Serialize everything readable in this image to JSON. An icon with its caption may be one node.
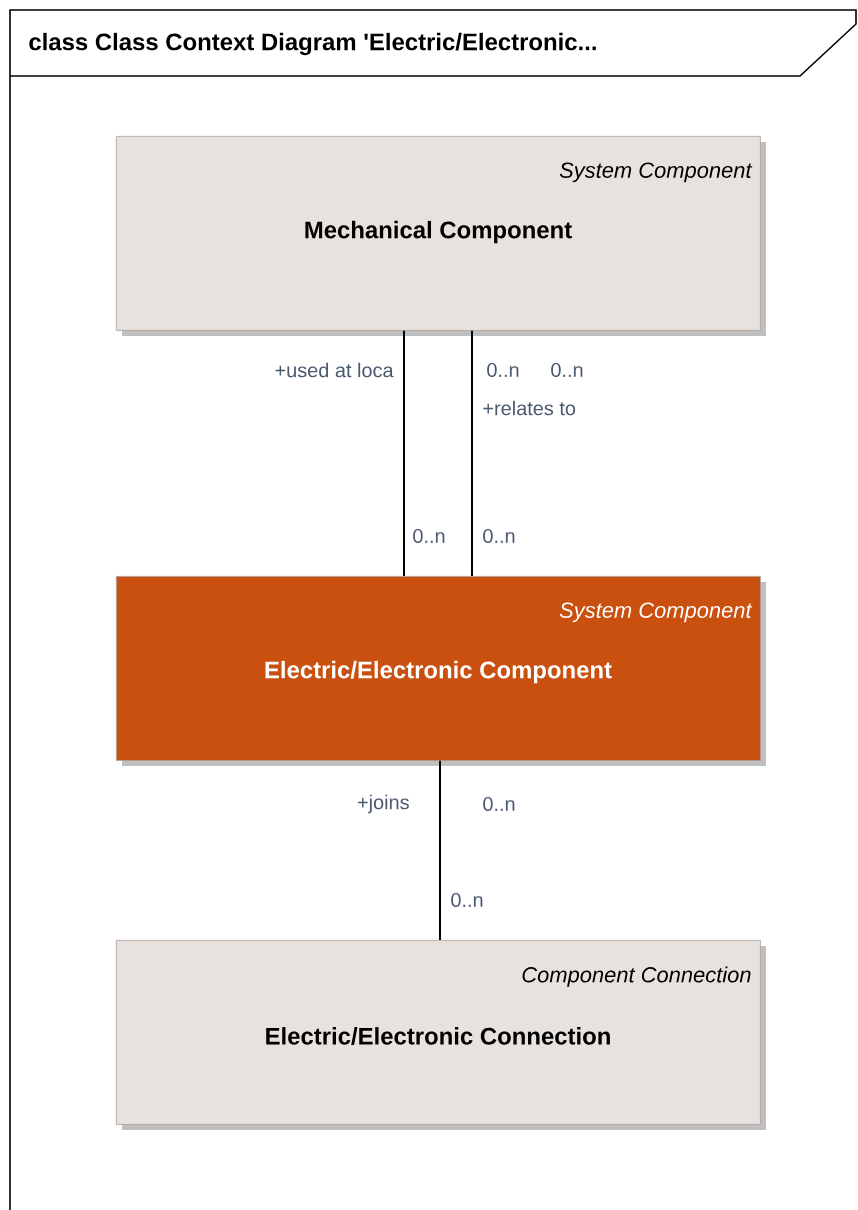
{
  "diagram": {
    "title": "class Class Context Diagram 'Electric/Electronic...",
    "nodes": [
      {
        "text": [
          "System Component",
          "Mechanical Component"
        ]
      },
      {
        "text": [
          "System Component",
          "Electric/Electronic Component"
        ]
      },
      {
        "text": [
          "Component Connection",
          "Electric/Electronic Connection"
        ]
      }
    ],
    "edges": [
      {
        "from": 0,
        "to": 1,
        "arrow": "none"
      },
      {
        "from": 0,
        "to": 1,
        "arrow": "none"
      },
      {
        "from": 1,
        "to": 2,
        "arrow": "none"
      }
    ],
    "labels": [
      "+used at loca",
      "0..n",
      "0..n",
      "+relates to",
      "0..n",
      "0..n",
      "+joins",
      "0..n",
      "0..n"
    ]
  }
}
